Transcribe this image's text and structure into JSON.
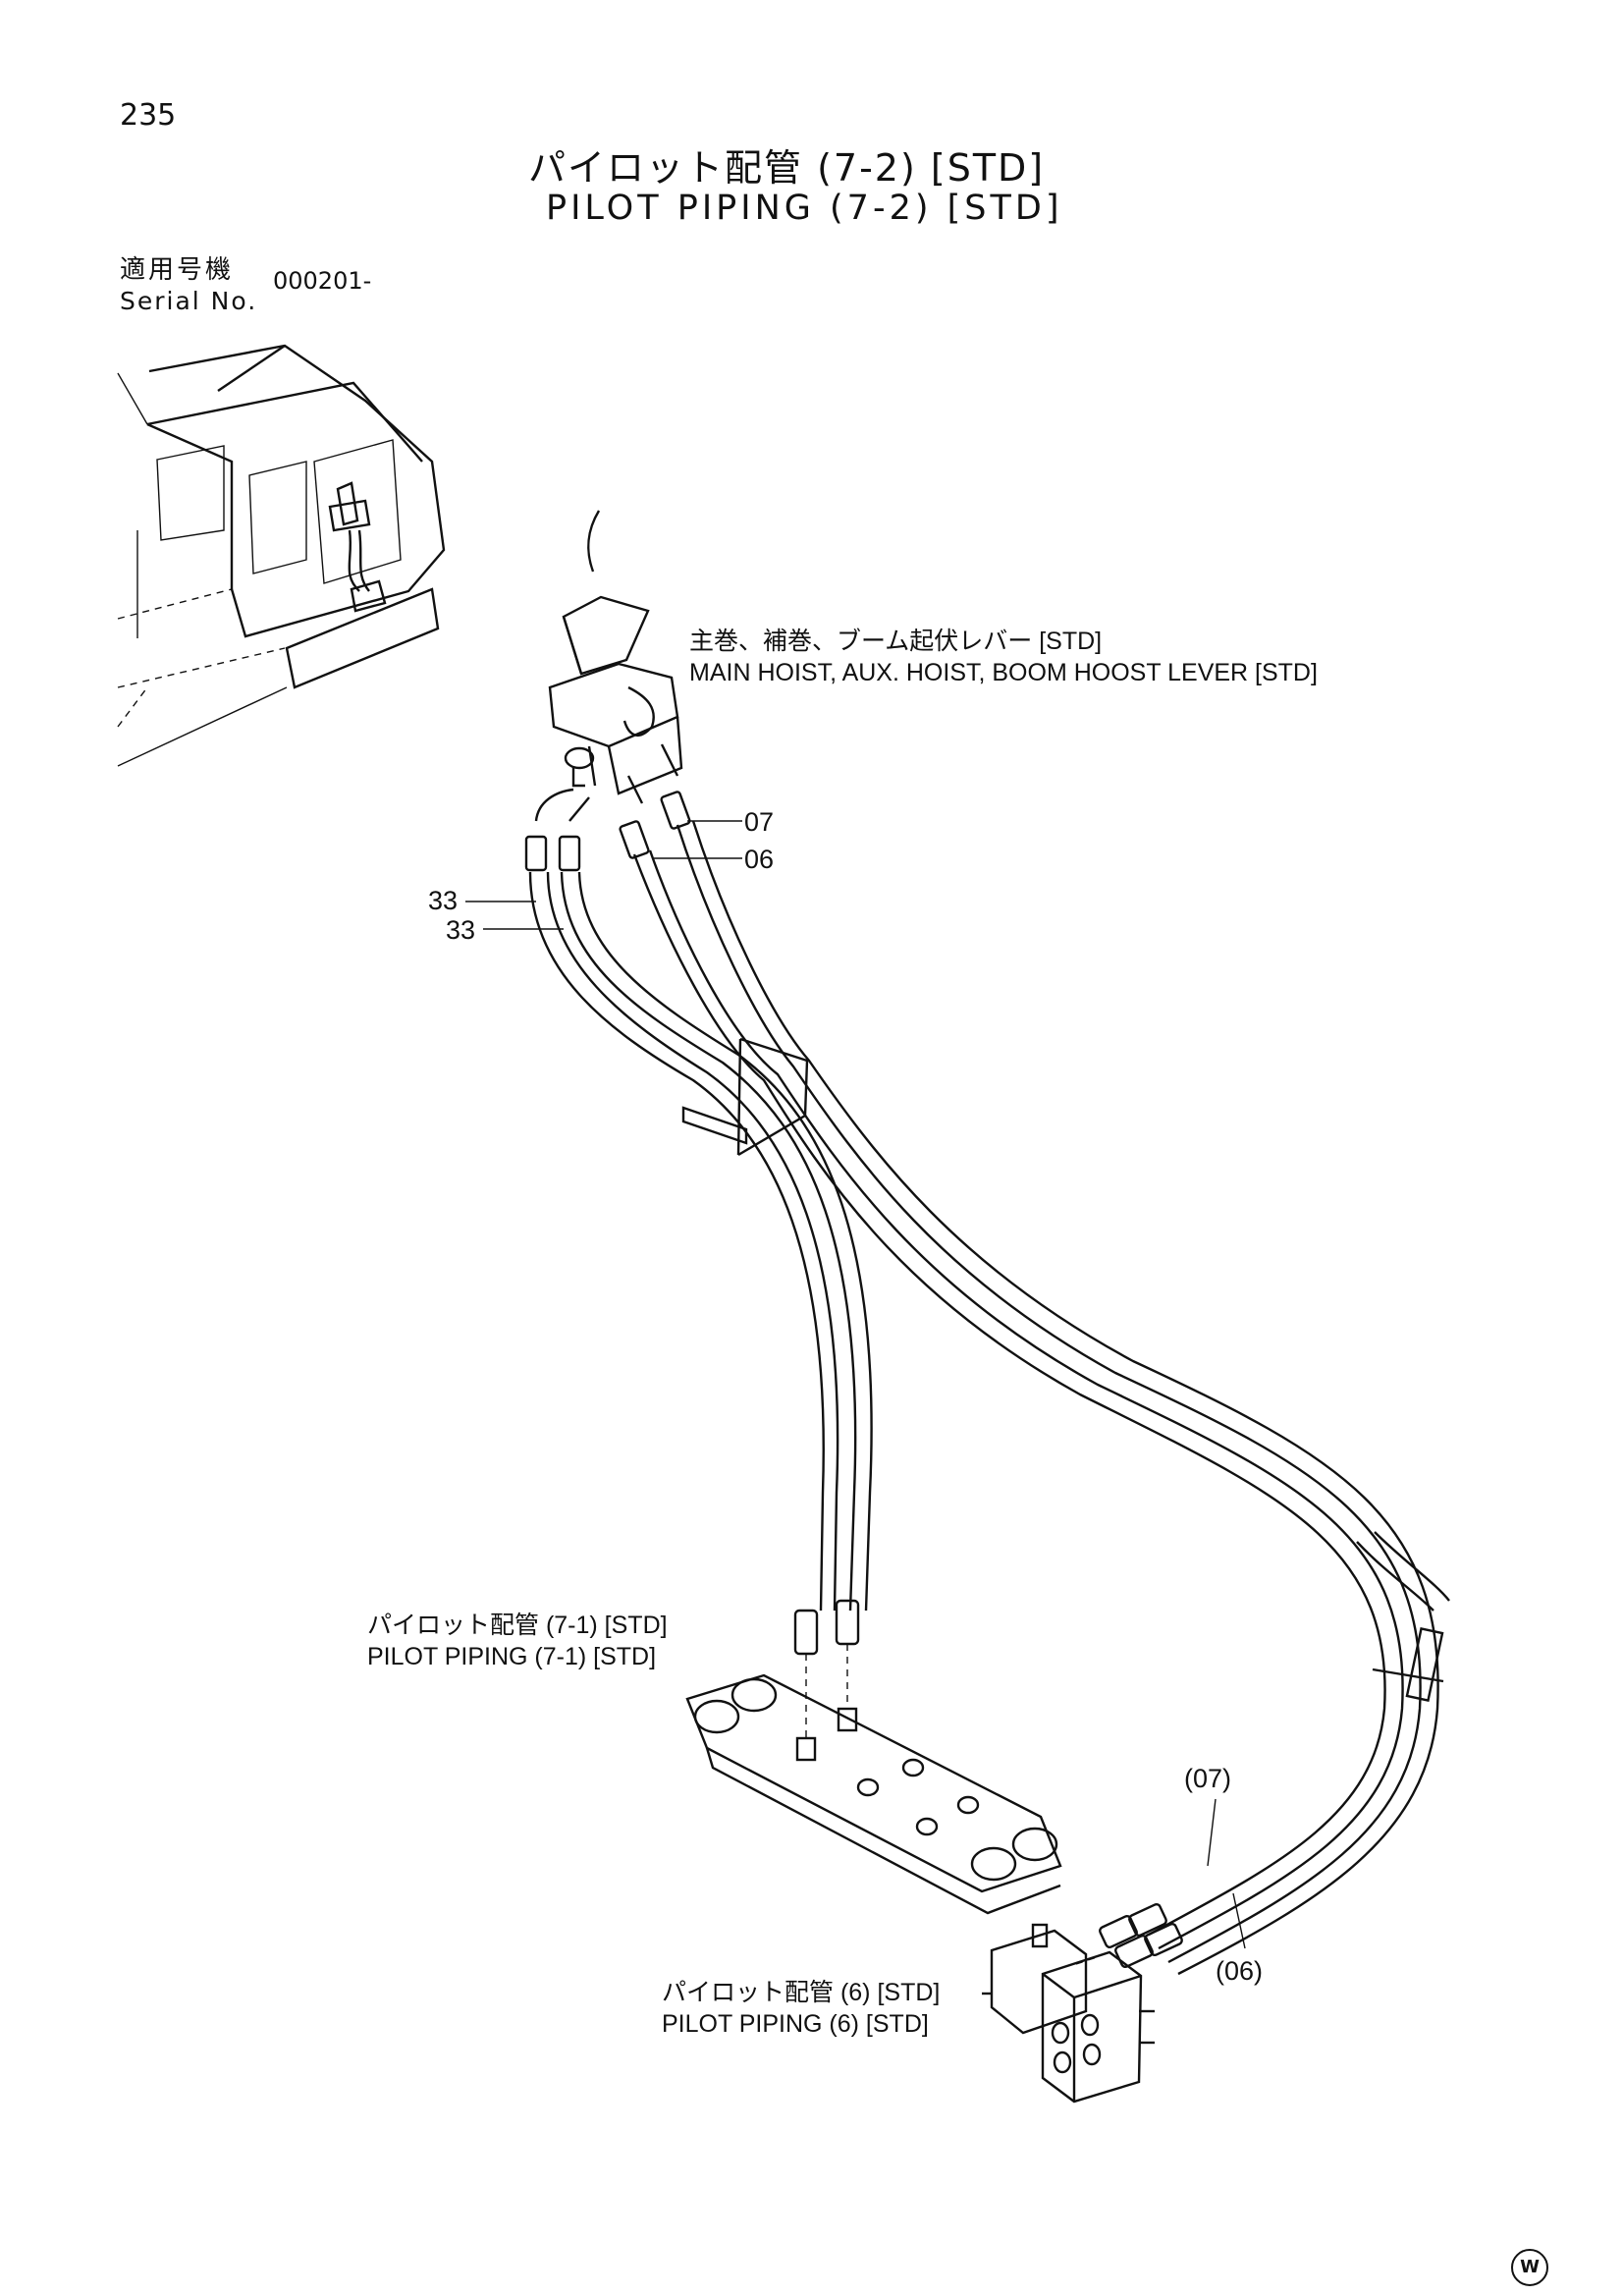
{
  "header": {
    "page_number": "235",
    "title_ja": "パイロット配管 (7-2) [STD]",
    "title_en": "PILOT PIPING (7-2) [STD]"
  },
  "serial": {
    "label_ja": "適用号機",
    "label_en": "Serial No.",
    "value": "000201-"
  },
  "callouts": {
    "lever_ja": "主巻、補巻、ブーム起伏レバー [STD]",
    "lever_en": "MAIN HOIST, AUX. HOIST, BOOM HOOST LEVER [STD]",
    "pilot71_ja": "パイロット配管 (7-1) [STD]",
    "pilot71_en": "PILOT PIPING (7-1) [STD]",
    "pilot6_ja": "パイロット配管 (6) [STD]",
    "pilot6_en": "PILOT PIPING (6) [STD]"
  },
  "part_numbers": {
    "p07": "07",
    "p06": "06",
    "p33a": "33",
    "p33b": "33",
    "p07_ref": "(07)",
    "p06_ref": "(06)"
  },
  "footer": {
    "mark": "W"
  }
}
